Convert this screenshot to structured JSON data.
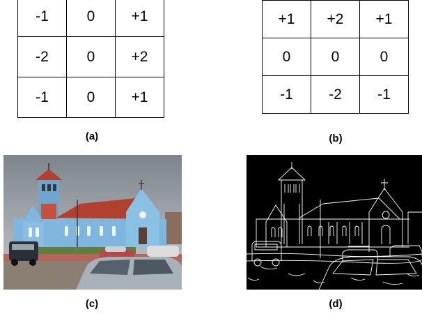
{
  "panel_a": {
    "caption": "(a)",
    "rows": [
      [
        "-1",
        "0",
        "+1"
      ],
      [
        "-2",
        "0",
        "+2"
      ],
      [
        "-1",
        "0",
        "+1"
      ]
    ]
  },
  "panel_b": {
    "caption": "(b)",
    "rows": [
      [
        "+1",
        "+2",
        "+1"
      ],
      [
        "0",
        "0",
        "0"
      ],
      [
        "-1",
        "-2",
        "-1"
      ]
    ]
  },
  "panel_c": {
    "caption": "(c)",
    "image": "church-photo"
  },
  "panel_d": {
    "caption": "(d)",
    "image": "church-edge-map"
  },
  "colors": {
    "sky": "#8f969c",
    "church_wall": "#7fb6dd",
    "roof": "#b2402e",
    "edge_background": "#000000",
    "edge_lines": "#ffffff"
  }
}
